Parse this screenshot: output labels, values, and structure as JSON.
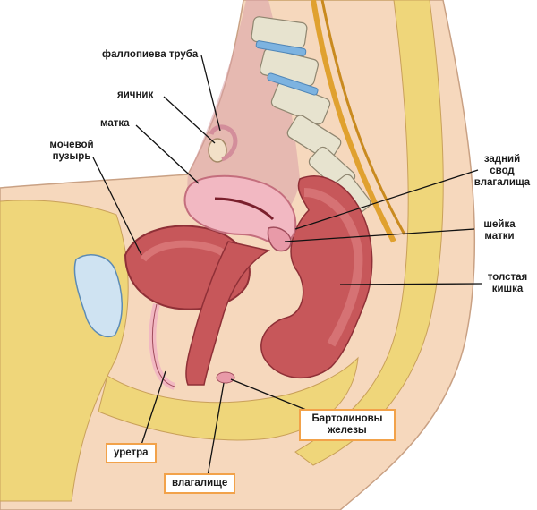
{
  "labels": {
    "fallopian_tube": "фаллопиева труба",
    "ovary": "яичник",
    "uterus": "матка",
    "bladder": "мочевой пузырь",
    "posterior_fornix": "задний свод влагалища",
    "cervix": "шейка матки",
    "colon": "толстая кишка",
    "bartholin": "Бартолиновы железы",
    "urethra": "уретра",
    "vagina": "влагалище"
  },
  "colors": {
    "skin": "#f6d8bd",
    "fat": "#efd67a",
    "muscle": "#c7575a",
    "uterus": "#f2b8c2",
    "bone": "#e7e3cf",
    "highlight_box": "#f2a24a"
  }
}
